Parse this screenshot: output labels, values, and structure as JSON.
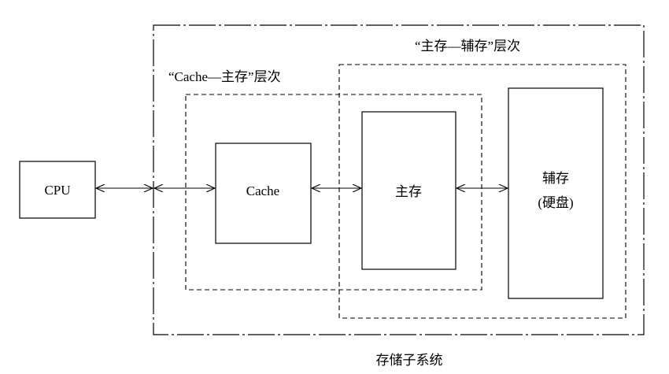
{
  "diagram": {
    "nodes": {
      "cpu": "CPU",
      "cache": "Cache",
      "main_memory": "主存",
      "aux_memory_line1": "辅存",
      "aux_memory_line2": "(硬盘)"
    },
    "regions": {
      "cache_main_level": "“Cache—主存”层次",
      "main_aux_level": "“主存—辅存”层次",
      "storage_subsystem": "存储子系统"
    }
  }
}
